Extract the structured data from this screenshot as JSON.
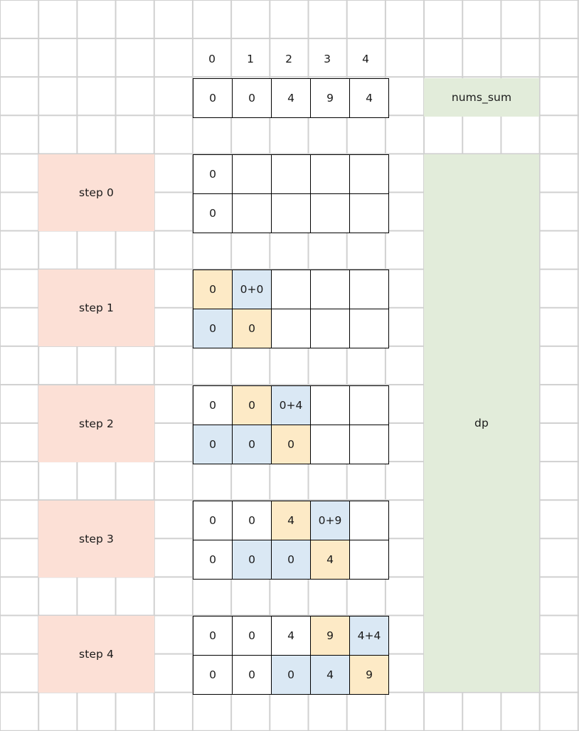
{
  "labels": {
    "nums_sum": "nums_sum",
    "dp": "dp"
  },
  "index_header": [
    "0",
    "1",
    "2",
    "3",
    "4"
  ],
  "nums_sum_row": [
    "0",
    "0",
    "4",
    "9",
    "4"
  ],
  "colors": {
    "grid_line": "#d0d0d0",
    "step_block_bg": "#fce0d6",
    "annotation_bg": "#e2ecda",
    "highlight_orange": "#fdeac6",
    "highlight_blue": "#dae8f4",
    "table_border": "#000000",
    "text": "#1a1a1a"
  },
  "steps": [
    {
      "label": "step 0",
      "rows": [
        [
          {
            "text": "0",
            "hl": "none"
          },
          {
            "text": "",
            "hl": "none"
          },
          {
            "text": "",
            "hl": "none"
          },
          {
            "text": "",
            "hl": "none"
          },
          {
            "text": "",
            "hl": "none"
          }
        ],
        [
          {
            "text": "0",
            "hl": "none"
          },
          {
            "text": "",
            "hl": "none"
          },
          {
            "text": "",
            "hl": "none"
          },
          {
            "text": "",
            "hl": "none"
          },
          {
            "text": "",
            "hl": "none"
          }
        ]
      ]
    },
    {
      "label": "step 1",
      "rows": [
        [
          {
            "text": "0",
            "hl": "orange"
          },
          {
            "text": "0+0",
            "hl": "blue"
          },
          {
            "text": "",
            "hl": "none"
          },
          {
            "text": "",
            "hl": "none"
          },
          {
            "text": "",
            "hl": "none"
          }
        ],
        [
          {
            "text": "0",
            "hl": "blue"
          },
          {
            "text": "0",
            "hl": "orange"
          },
          {
            "text": "",
            "hl": "none"
          },
          {
            "text": "",
            "hl": "none"
          },
          {
            "text": "",
            "hl": "none"
          }
        ]
      ]
    },
    {
      "label": "step 2",
      "rows": [
        [
          {
            "text": "0",
            "hl": "none"
          },
          {
            "text": "0",
            "hl": "orange"
          },
          {
            "text": "0+4",
            "hl": "blue"
          },
          {
            "text": "",
            "hl": "none"
          },
          {
            "text": "",
            "hl": "none"
          }
        ],
        [
          {
            "text": "0",
            "hl": "blue"
          },
          {
            "text": "0",
            "hl": "blue"
          },
          {
            "text": "0",
            "hl": "orange"
          },
          {
            "text": "",
            "hl": "none"
          },
          {
            "text": "",
            "hl": "none"
          }
        ]
      ]
    },
    {
      "label": "step 3",
      "rows": [
        [
          {
            "text": "0",
            "hl": "none"
          },
          {
            "text": "0",
            "hl": "none"
          },
          {
            "text": "4",
            "hl": "orange"
          },
          {
            "text": "0+9",
            "hl": "blue"
          },
          {
            "text": "",
            "hl": "none"
          }
        ],
        [
          {
            "text": "0",
            "hl": "none"
          },
          {
            "text": "0",
            "hl": "blue"
          },
          {
            "text": "0",
            "hl": "blue"
          },
          {
            "text": "4",
            "hl": "orange"
          },
          {
            "text": "",
            "hl": "none"
          }
        ]
      ]
    },
    {
      "label": "step 4",
      "rows": [
        [
          {
            "text": "0",
            "hl": "none"
          },
          {
            "text": "0",
            "hl": "none"
          },
          {
            "text": "4",
            "hl": "none"
          },
          {
            "text": "9",
            "hl": "orange"
          },
          {
            "text": "4+4",
            "hl": "blue"
          }
        ],
        [
          {
            "text": "0",
            "hl": "none"
          },
          {
            "text": "0",
            "hl": "none"
          },
          {
            "text": "0",
            "hl": "blue"
          },
          {
            "text": "4",
            "hl": "blue"
          },
          {
            "text": "9",
            "hl": "orange"
          }
        ]
      ]
    }
  ]
}
